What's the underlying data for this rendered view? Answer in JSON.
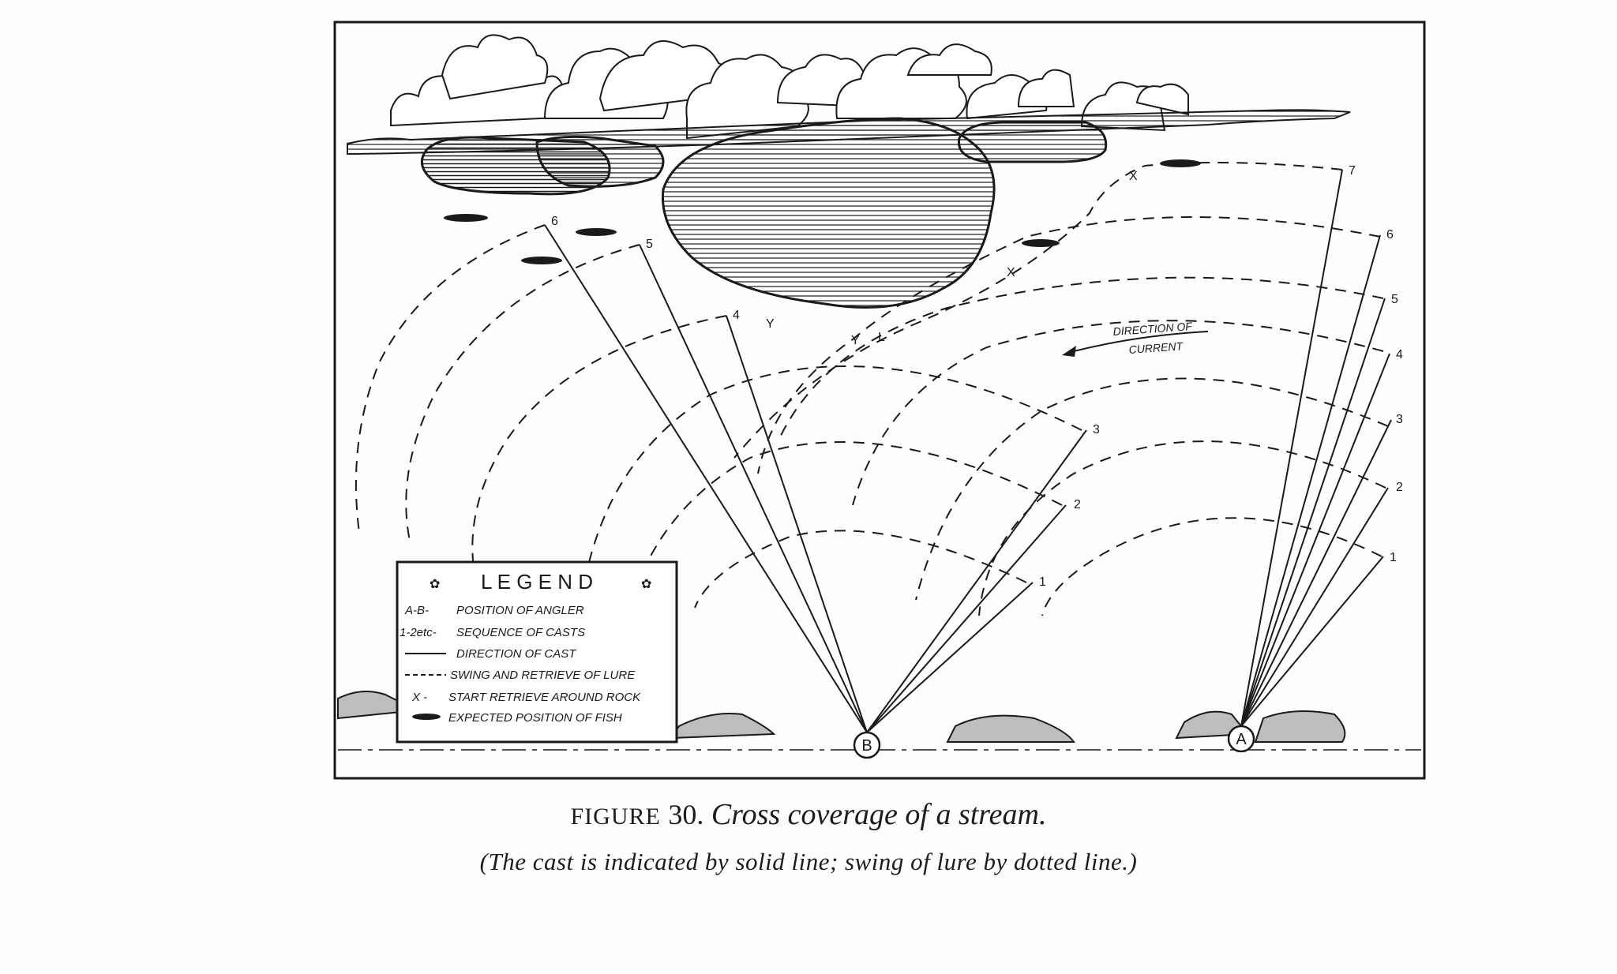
{
  "figure": {
    "caption_label": "FIGURE",
    "caption_number": "30.",
    "caption_title": "Cross coverage of a stream.",
    "caption_note": "(The cast is indicated by solid line; swing of lure by dotted line.)"
  },
  "diagram": {
    "anglers": {
      "a": "A",
      "b": "B"
    },
    "casts_a": [
      "1",
      "2",
      "3",
      "4",
      "5",
      "6",
      "7"
    ],
    "casts_b": [
      "1",
      "2",
      "3",
      "4",
      "5",
      "6"
    ],
    "rock_marks": [
      "X",
      "X",
      "Y",
      "Y",
      "L"
    ],
    "current_label_line1": "DIRECTION OF",
    "current_label_line2": "CURRENT"
  },
  "legend": {
    "title": "L E G E N D",
    "items": [
      {
        "key": "A-B-",
        "text": "POSITION OF ANGLER"
      },
      {
        "key": "1-2etc-",
        "text": "SEQUENCE OF CASTS"
      },
      {
        "key": "",
        "text": "DIRECTION OF CAST"
      },
      {
        "key": "",
        "text": "SWING AND RETRIEVE OF LURE"
      },
      {
        "key": "X -",
        "text": "START RETRIEVE AROUND ROCK"
      },
      {
        "key": "",
        "text": "EXPECTED POSITION OF FISH"
      }
    ]
  },
  "colors": {
    "ink": "#1a1a1a",
    "paper": "#fefefe",
    "rock_shade": "#bdbdbd"
  }
}
